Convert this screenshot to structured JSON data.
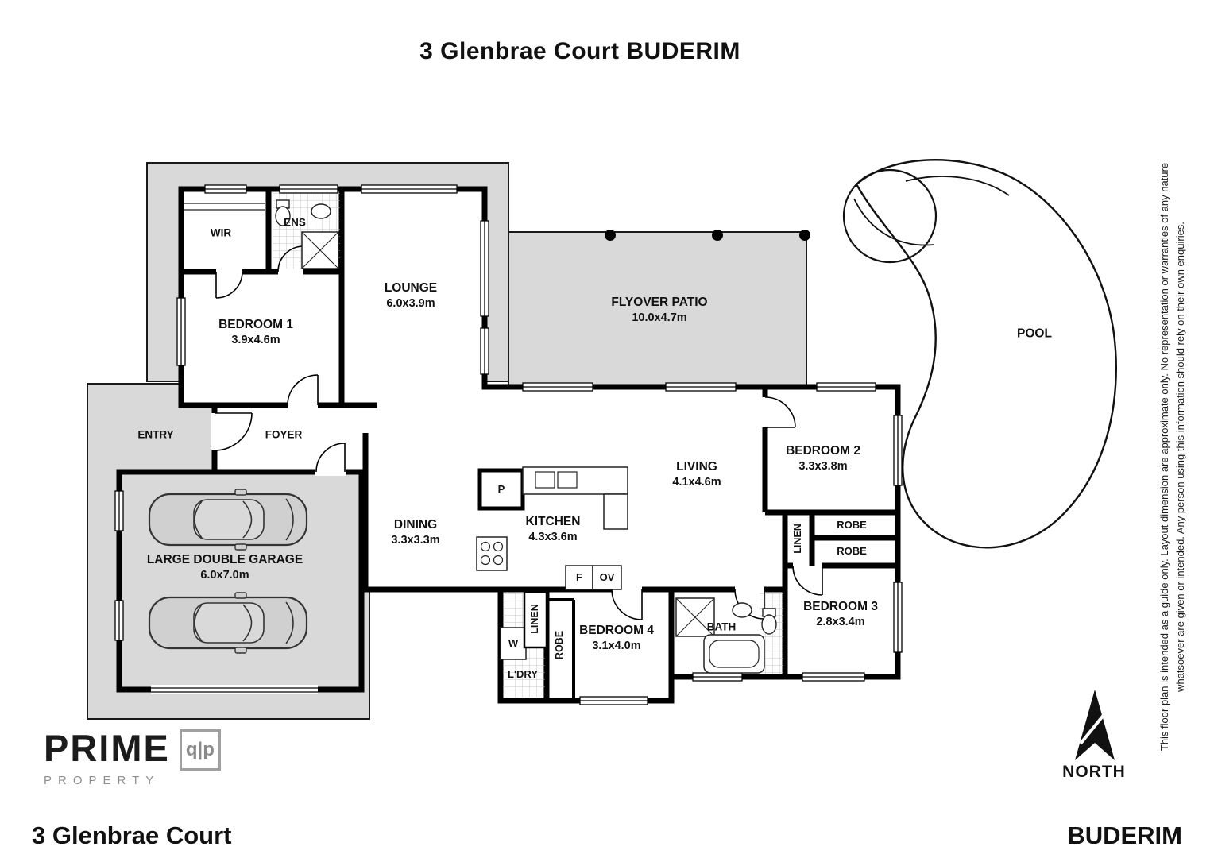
{
  "title": "3 Glenbrae Court BUDERIM",
  "footer": {
    "left": "3 Glenbrae Court",
    "right": "BUDERIM"
  },
  "compass": {
    "label": "NORTH"
  },
  "logo": {
    "name": "PRIME",
    "sub": "PROPERTY",
    "mark": "q|p"
  },
  "disclaimer": {
    "line1": "This floor plan is intended as a guide only. Layout dimension are approximate only. No representation or warranties of any nature",
    "line2": "whatsoever are given or intended. Any person using this information should rely on their own enquiries."
  },
  "colors": {
    "wall": "#000000",
    "area_gray": "#d9d9d9",
    "paper": "#ffffff"
  },
  "rooms": {
    "wir": {
      "name": "WIR"
    },
    "ens": {
      "name": "ENS"
    },
    "bedroom1": {
      "name": "BEDROOM 1",
      "dims": "3.9x4.6m"
    },
    "lounge": {
      "name": "LOUNGE",
      "dims": "6.0x3.9m"
    },
    "patio": {
      "name": "FLYOVER PATIO",
      "dims": "10.0x4.7m"
    },
    "pool": {
      "name": "POOL"
    },
    "entry": {
      "name": "ENTRY"
    },
    "foyer": {
      "name": "FOYER"
    },
    "garage": {
      "name": "LARGE DOUBLE GARAGE",
      "dims": "6.0x7.0m"
    },
    "dining": {
      "name": "DINING",
      "dims": "3.3x3.3m"
    },
    "kitchen": {
      "name": "KITCHEN",
      "dims": "4.3x3.6m"
    },
    "living": {
      "name": "LIVING",
      "dims": "4.1x4.6m"
    },
    "bedroom2": {
      "name": "BEDROOM 2",
      "dims": "3.3x3.8m"
    },
    "bedroom3": {
      "name": "BEDROOM 3",
      "dims": "2.8x3.4m"
    },
    "bedroom4": {
      "name": "BEDROOM 4",
      "dims": "3.1x4.0m"
    },
    "bath": {
      "name": "BATH"
    },
    "ldry": {
      "name": "L'DRY"
    },
    "robe_bed2_top": {
      "name": "ROBE"
    },
    "robe_bed2_bottom": {
      "name": "ROBE"
    },
    "robe_bed4": {
      "name": "ROBE"
    },
    "linen_hall": {
      "name": "LINEN"
    },
    "linen_ldry": {
      "name": "LINEN"
    },
    "pantry": {
      "name": "P"
    },
    "fridge": {
      "name": "F"
    },
    "oven": {
      "name": "OV"
    },
    "washer": {
      "name": "W"
    }
  }
}
